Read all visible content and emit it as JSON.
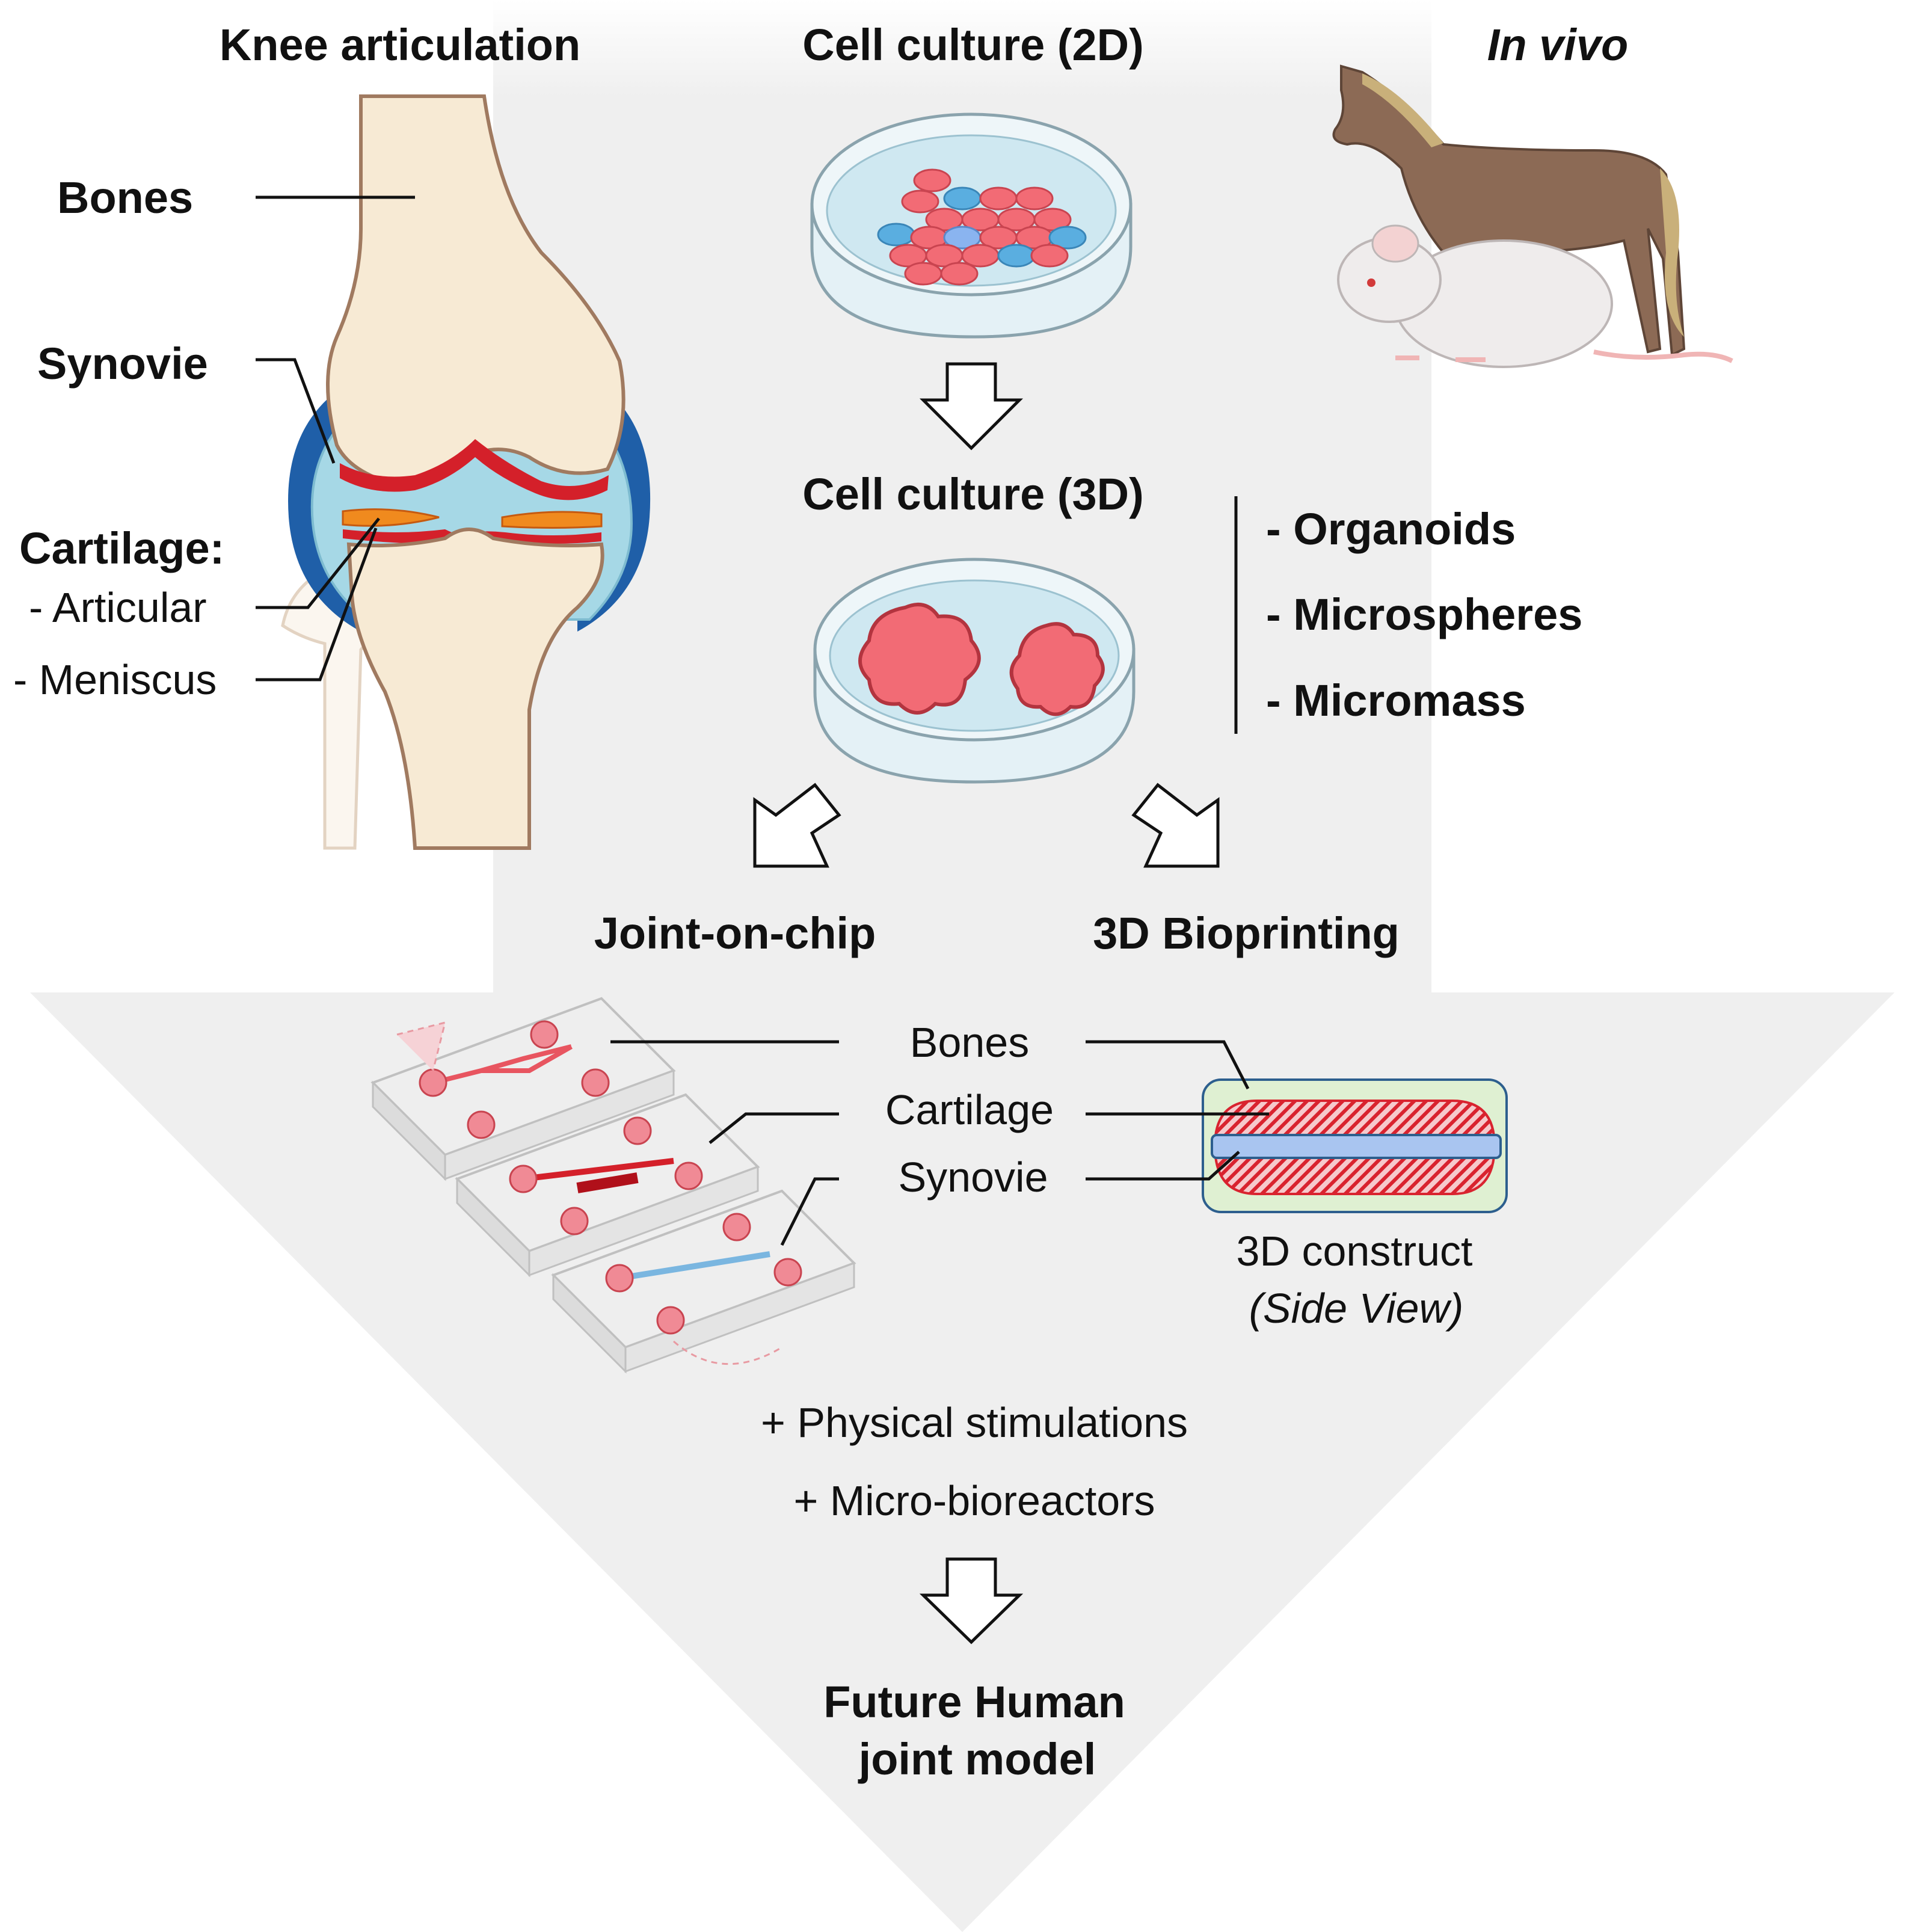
{
  "headers": {
    "knee": "Knee articulation",
    "culture2d": "Cell culture (2D)",
    "invivo": "In vivo"
  },
  "knee_labels": {
    "bones": "Bones",
    "synovie": "Synovie",
    "cartilage": "Cartilage:",
    "articular": "- Articular",
    "meniscus": "- Meniscus"
  },
  "culture3d": {
    "title": "Cell culture (3D)",
    "types": [
      "- Organoids",
      "- Microspheres",
      "- Micromass"
    ]
  },
  "branches": {
    "chip": "Joint-on-chip",
    "bioprinting": "3D Bioprinting"
  },
  "tissues": [
    "Bones",
    "Cartilage",
    "Synovie"
  ],
  "construct": {
    "title": "3D construct",
    "subtitle": "(Side View)"
  },
  "additions": [
    "+ Physical stimulations",
    "+ Micro-bioreactors"
  ],
  "result": {
    "line1": "Future Human",
    "line2": "joint model"
  },
  "colors": {
    "bone": "#f7ead4",
    "bone_outline": "#a07a60",
    "synovium": "#a6d8e6",
    "synovium_dark": "#1f5fa8",
    "cartilage": "#d4202a",
    "meniscus": "#f08a1e",
    "cell_red": "#f26b75",
    "cell_blue": "#5aaee0",
    "construct_bg": "#dff0d2",
    "arrow_bg": "#efefef"
  }
}
